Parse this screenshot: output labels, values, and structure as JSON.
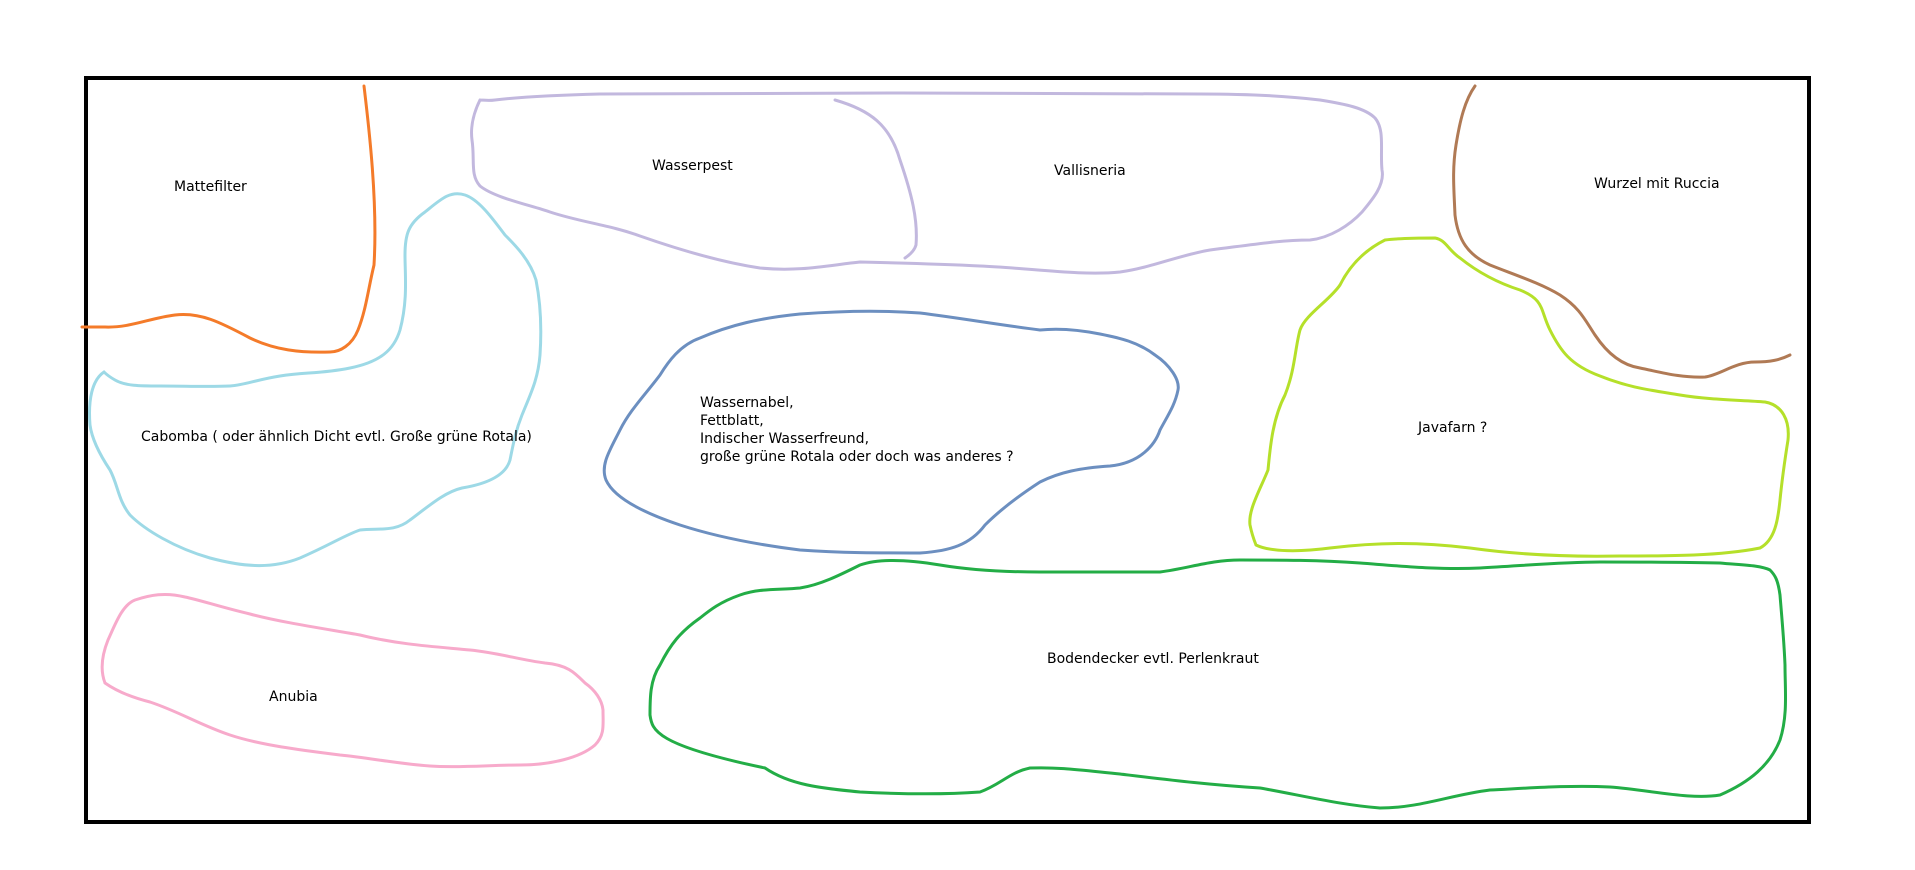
{
  "colors": {
    "background": "#ffffff",
    "frame": "#000000",
    "filter": "#f47b2a",
    "cabomba": "#9dd9e6",
    "elodea_vallisneria": "#c2b8de",
    "center_group": "#6c8fc0",
    "roots": "#b07a55",
    "javafarn": "#b5e02a",
    "anubia": "#f7aacb",
    "groundcover": "#23ad46"
  },
  "zones": {
    "mattefilter": {
      "label": "Mattefilter"
    },
    "wasserpest": {
      "label": "Wasserpest"
    },
    "vallisneria": {
      "label": "Vallisneria"
    },
    "wurzel": {
      "label": "Wurzel mit Ruccia"
    },
    "cabomba": {
      "label": "Cabomba ( oder ähnlich Dicht evtl. Große grüne Rotala)"
    },
    "center_group": {
      "lines": [
        "Wassernabel,",
        "Fettblatt,",
        "Indischer Wasserfreund,",
        "große grüne Rotala oder doch was anderes ?"
      ]
    },
    "javafarn": {
      "label": "Javafarn ?"
    },
    "anubia": {
      "label": "Anubia"
    },
    "bodendecker": {
      "label": "Bodendecker evtl. Perlenkraut"
    }
  }
}
